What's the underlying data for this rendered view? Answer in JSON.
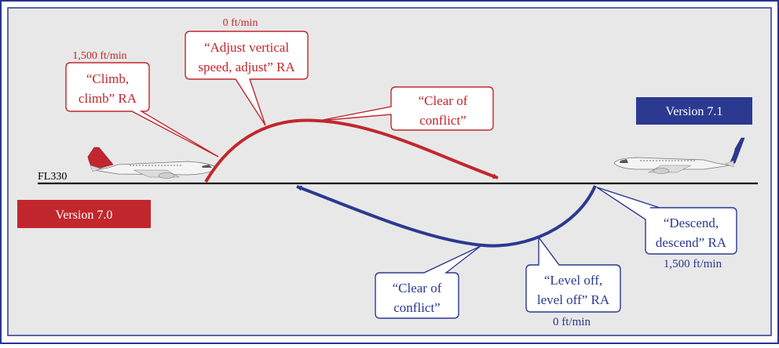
{
  "colors": {
    "frame_border": "#27358f",
    "panel_bg": "#e8e8e8",
    "red": "#c1272d",
    "blue": "#2b3990",
    "text_dark": "#000000",
    "text_light": "#ffffff"
  },
  "flight_level": "FL330",
  "version_70": {
    "label": "Version 7.0"
  },
  "version_71": {
    "label": "Version 7.1"
  },
  "red_path": {
    "rate_climb": "1,500 ft/min",
    "rate_adjust": "0 ft/min",
    "callout_climb": [
      "“Climb,",
      "climb” RA"
    ],
    "callout_adjust": [
      "“Adjust vertical",
      "speed, adjust” RA"
    ],
    "callout_clear": [
      "“Clear of",
      "conflict”"
    ]
  },
  "blue_path": {
    "callout_descend": [
      "“Descend,",
      "descend” RA"
    ],
    "rate_descend": "1,500 ft/min",
    "callout_level": [
      "“Level off,",
      "level off” RA"
    ],
    "rate_level": "0 ft/min",
    "callout_clear": [
      "“Clear of",
      "conflict”"
    ]
  },
  "icons": {
    "red_aircraft": "red-tail-airplane-icon",
    "blue_aircraft": "blue-tail-airplane-icon"
  }
}
